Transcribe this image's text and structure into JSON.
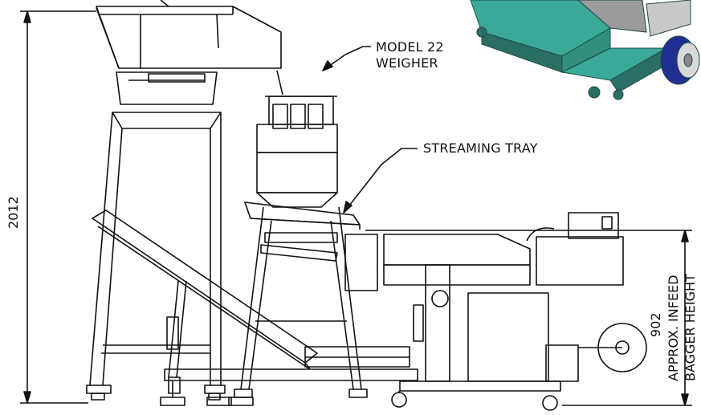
{
  "labels": {
    "model": "MODEL 22",
    "weigher": "WEIGHER",
    "streaming_tray": "STREAMING TRAY",
    "dim_overall": "2012",
    "dim_infeed": "902",
    "infeed_line1": "APPROX. INFEED",
    "infeed_line2": "BAGGER HEIGHT"
  },
  "colors": {
    "line": "#111111",
    "panel": "#ffffff",
    "render_teal": "#3aa99a",
    "render_dark": "#2b6e66",
    "render_blue": "#1f2f8f",
    "render_grey": "#9a9a9a"
  }
}
